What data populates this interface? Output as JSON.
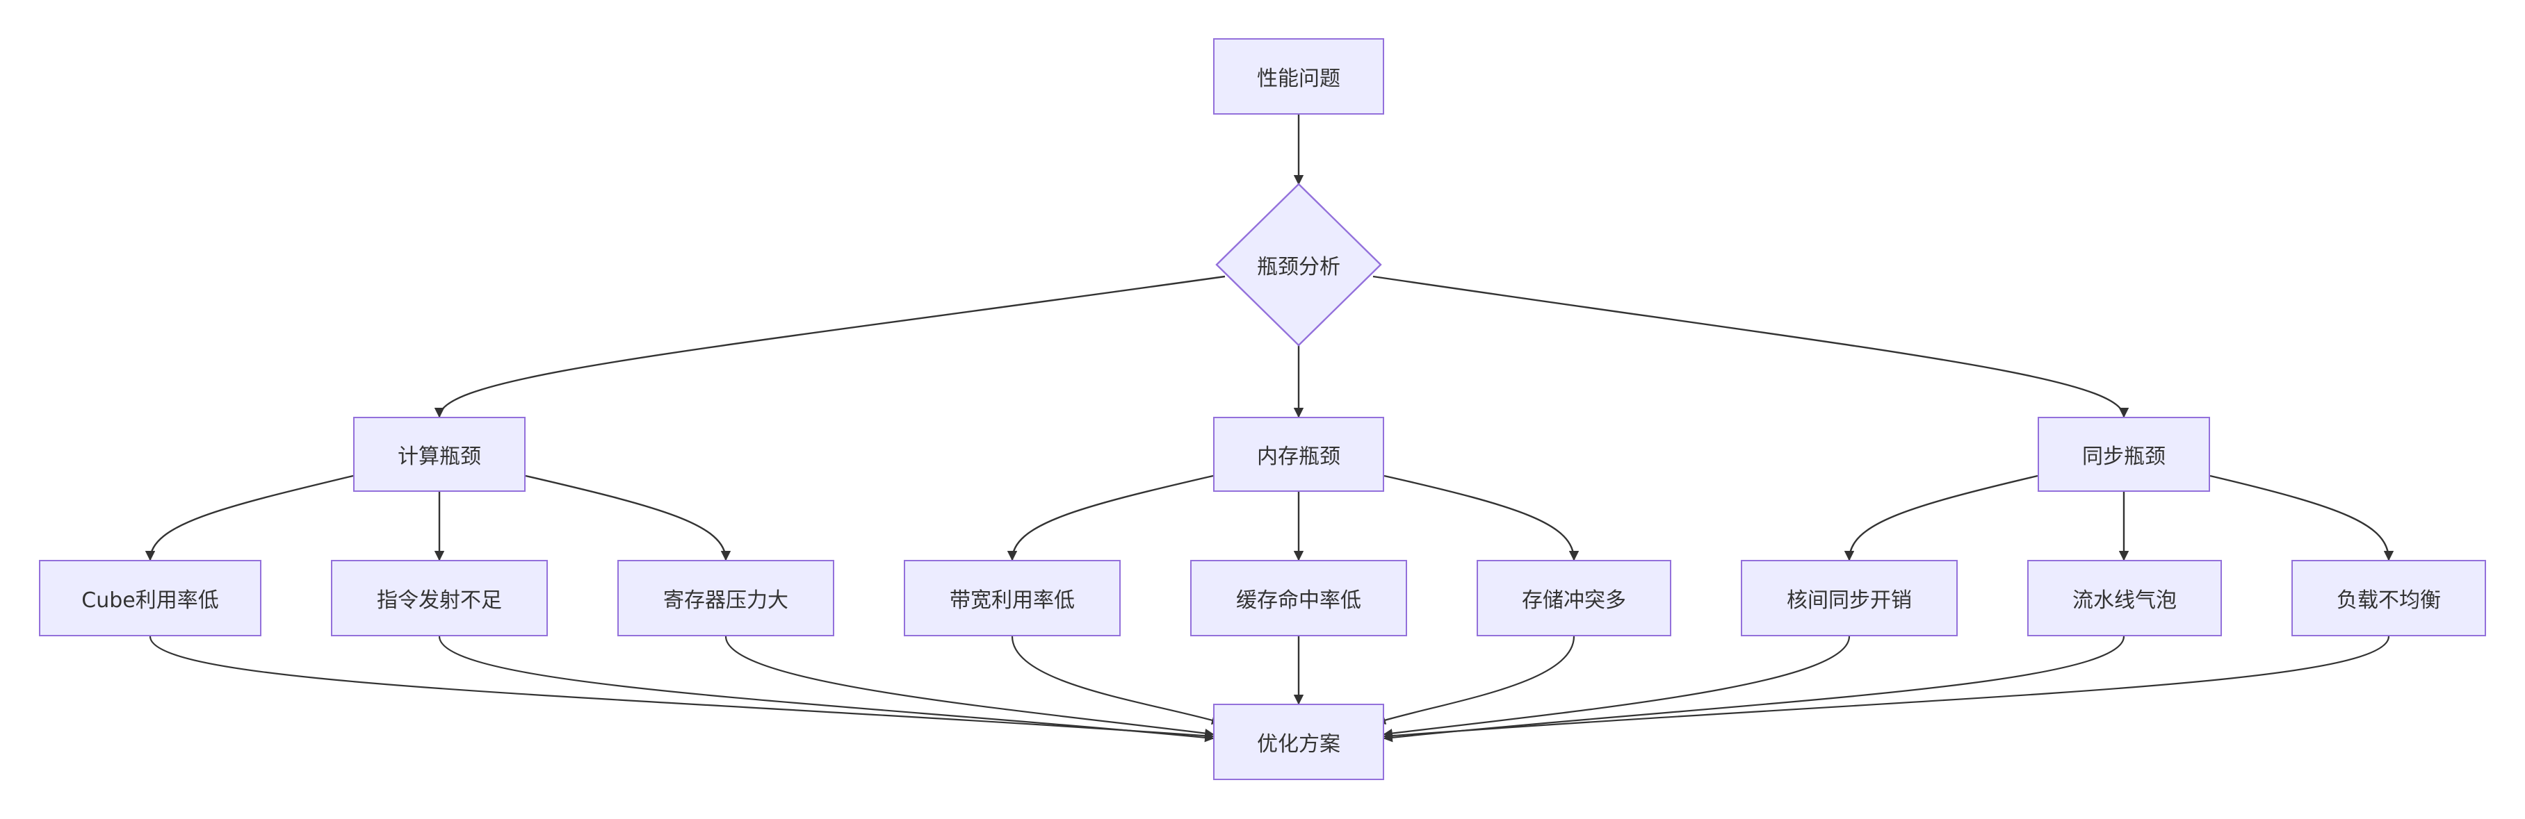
{
  "diagram": {
    "root": "性能问题",
    "decision": "瓶颈分析",
    "categories": [
      "计算瓶颈",
      "内存瓶颈",
      "同步瓶颈"
    ],
    "issues": [
      "Cube利用率低",
      "指令发射不足",
      "寄存器压力大",
      "带宽利用率低",
      "缓存命中率低",
      "存储冲突多",
      "核间同步开销",
      "流水线气泡",
      "负载不均衡"
    ],
    "result": "优化方案"
  },
  "colors": {
    "node_fill": "#ECECFF",
    "node_stroke": "#9370DB",
    "edge": "#333333"
  }
}
